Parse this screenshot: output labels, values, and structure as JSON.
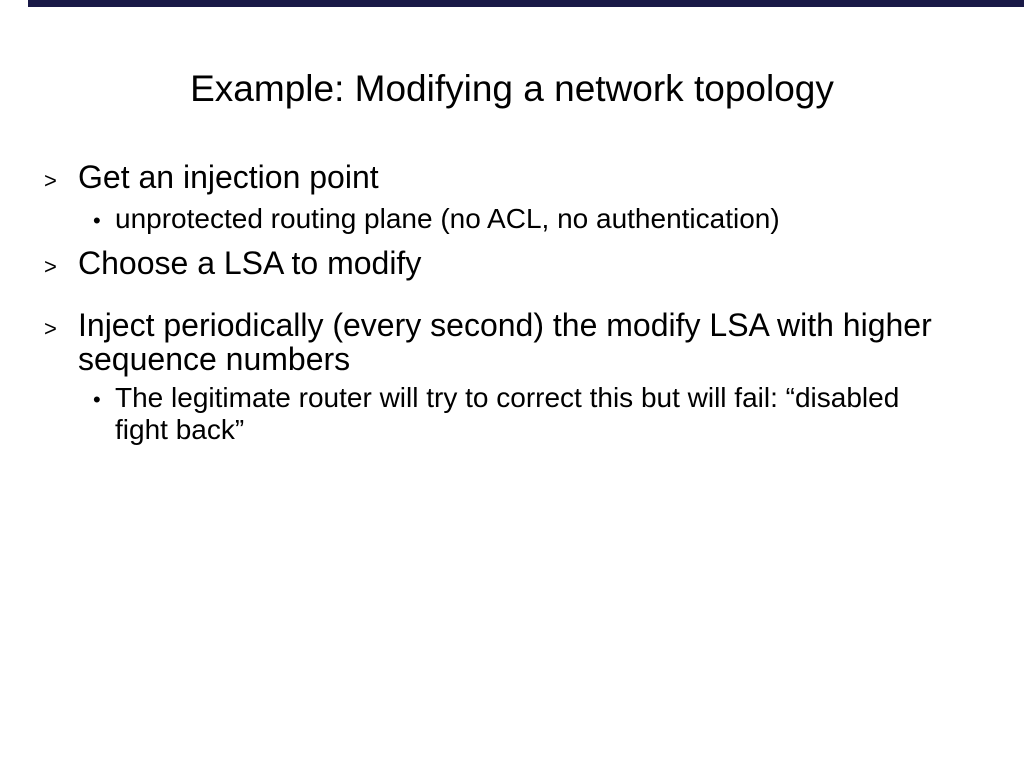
{
  "slide": {
    "background_color": "#ffffff",
    "text_color": "#000000",
    "top_bar": {
      "color": "#191947"
    },
    "title": "Example: Modifying a network topology",
    "bullets": [
      {
        "level": 1,
        "marker": ">",
        "lines": [
          "Get an injection point"
        ]
      },
      {
        "level": 2,
        "marker": "•",
        "lines": [
          "unprotected routing plane (no ACL, no authentication)"
        ]
      },
      {
        "level": 1,
        "marker": ">",
        "lines": [
          "Choose a LSA to modify"
        ]
      },
      {
        "level": 1,
        "marker": ">",
        "lines": [
          "Inject periodically (every second) the modify LSA with higher",
          "sequence numbers"
        ]
      },
      {
        "level": 2,
        "marker": "•",
        "lines": [
          "The legitimate router will try to correct this but will fail: “disabled",
          "fight back”"
        ]
      }
    ]
  }
}
